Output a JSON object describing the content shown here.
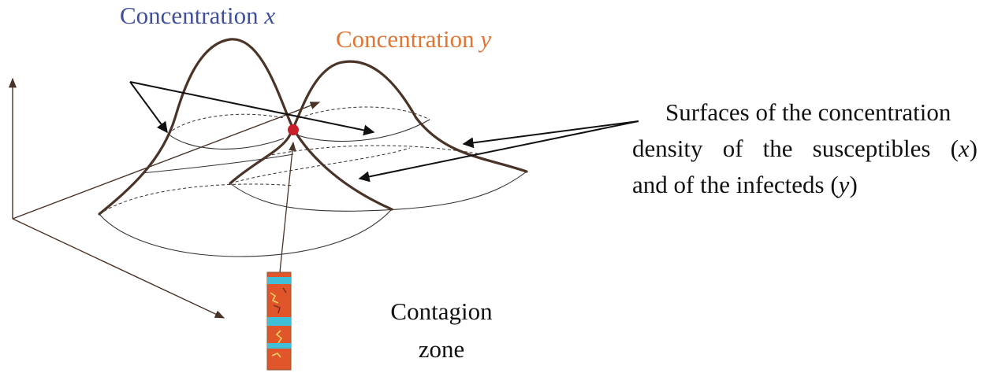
{
  "labels": {
    "concentration_x": {
      "text": "Concentration ",
      "var": "x",
      "color": "#3f4f9c"
    },
    "concentration_y": {
      "text": "Concentration ",
      "var": "y",
      "color": "#e07634"
    },
    "surfaces": {
      "line1": "Surfaces of the concentration",
      "line2_words": [
        "density",
        "of",
        "the",
        "susceptibles",
        "(x)"
      ],
      "line3": "and of the infecteds (y)"
    },
    "contagion_zone": {
      "line1": "Contagion",
      "line2": "zone"
    }
  },
  "colors": {
    "surface_outline": "#4a3428",
    "thin_line": "#333333",
    "arrow": "#111111",
    "contagion_point": "#c8202a",
    "zone_image_base": "#e0552a",
    "zone_image_accent": "#3fc0d8"
  }
}
